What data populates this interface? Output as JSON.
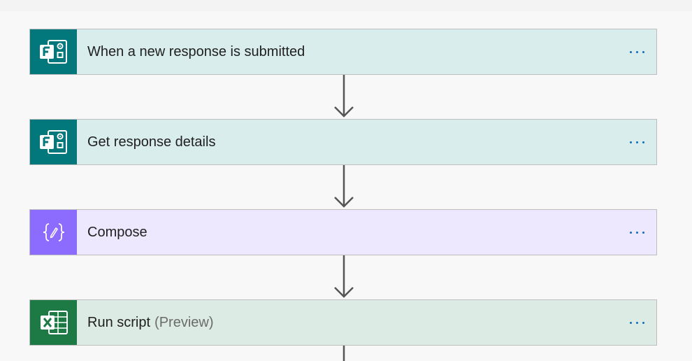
{
  "steps": [
    {
      "title": "When a new response is submitted",
      "suffix": "",
      "icon": "forms-icon",
      "icon_bg": "#03787c",
      "card_bg": "#d9edec"
    },
    {
      "title": "Get response details",
      "suffix": "",
      "icon": "forms-icon",
      "icon_bg": "#03787c",
      "card_bg": "#d9edec"
    },
    {
      "title": "Compose",
      "suffix": "",
      "icon": "compose-icon",
      "icon_bg": "#8c6cff",
      "card_bg": "#ede8fe"
    },
    {
      "title": "Run script",
      "suffix": "(Preview)",
      "icon": "excel-icon",
      "icon_bg": "#1d7a44",
      "card_bg": "#dcebe3"
    }
  ],
  "colors": {
    "more_dots": "#0f6cbd",
    "arrow": "#555555"
  }
}
